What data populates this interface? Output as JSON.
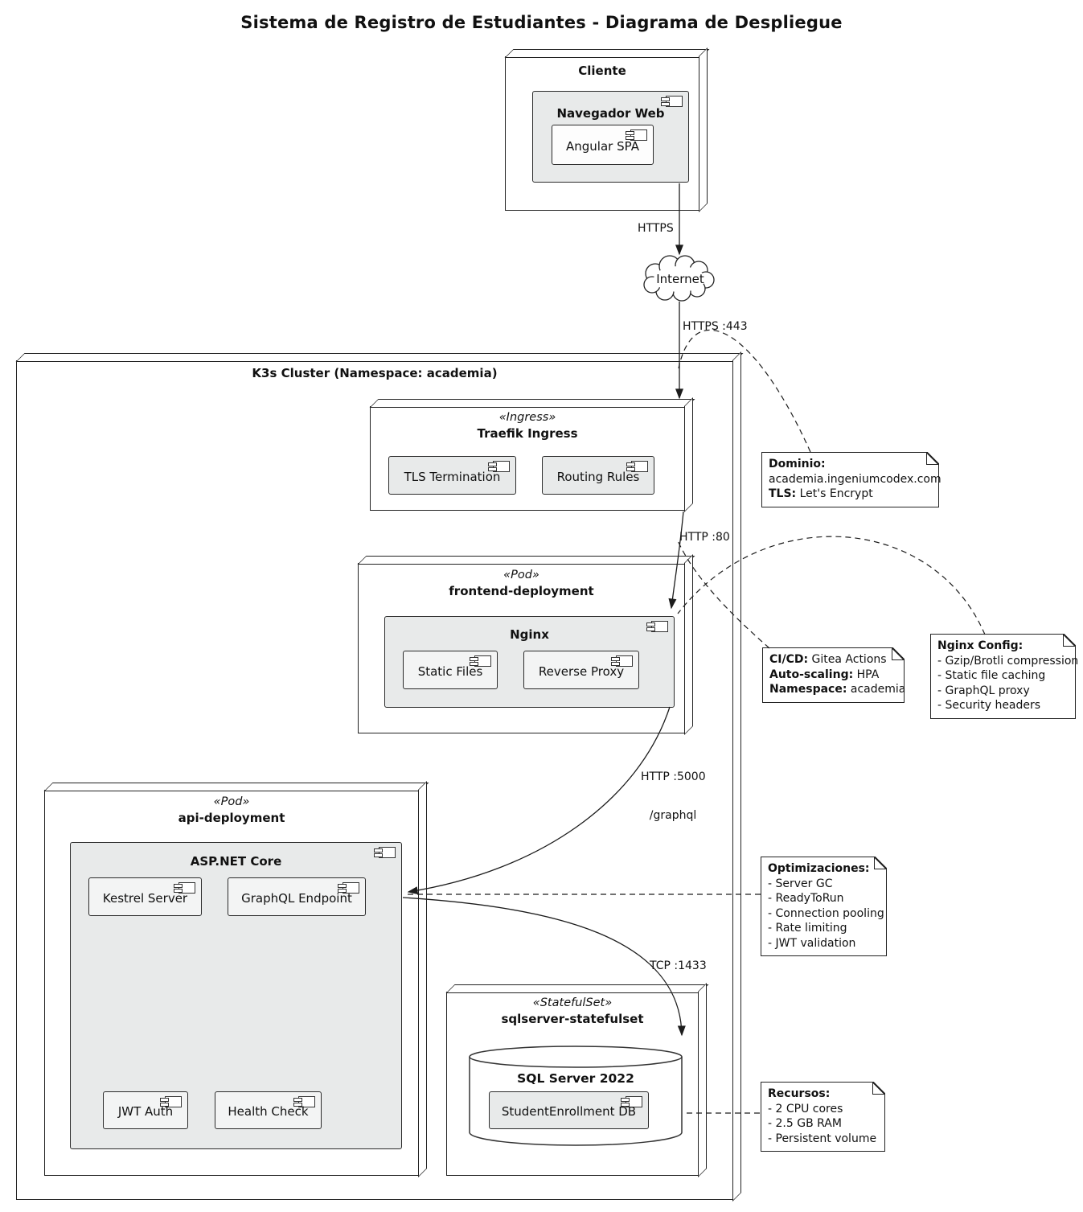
{
  "title": "Sistema de Registro de Estudiantes - Diagrama de Despliegue",
  "colors": {
    "node_bg": "#ffffff",
    "comp_gray": "#e8eaea",
    "comp_lite": "#f3f4f4",
    "comp_white": "#fdfdfd",
    "border": "#222222",
    "line": "#1c1c1c"
  },
  "cloud": {
    "label": "Internet"
  },
  "nodes": {
    "cliente": {
      "label": "Cliente"
    },
    "navegador": {
      "label": "Navegador Web"
    },
    "angular": {
      "label": "Angular SPA"
    },
    "cluster": {
      "label": "K3s Cluster (Namespace: academia)"
    },
    "traefik": {
      "stereotype": "«Ingress»",
      "label": "Traefik Ingress"
    },
    "tls_termination": {
      "label": "TLS Termination"
    },
    "routing_rules": {
      "label": "Routing Rules"
    },
    "frontend": {
      "stereotype": "«Pod»",
      "label": "frontend-deployment"
    },
    "nginx": {
      "label": "Nginx"
    },
    "static_files": {
      "label": "Static Files"
    },
    "reverse_proxy": {
      "label": "Reverse Proxy"
    },
    "api": {
      "stereotype": "«Pod»",
      "label": "api-deployment"
    },
    "aspnet": {
      "label": "ASP.NET Core"
    },
    "kestrel": {
      "label": "Kestrel Server"
    },
    "graphql_endpoint": {
      "label": "GraphQL Endpoint"
    },
    "jwt_auth": {
      "label": "JWT Auth"
    },
    "health_check": {
      "label": "Health Check"
    },
    "statefulset": {
      "stereotype": "«StatefulSet»",
      "label": "sqlserver-statefulset"
    },
    "sqlserver": {
      "label": "SQL Server 2022"
    },
    "studentdb": {
      "label": "StudentEnrollment DB"
    }
  },
  "edges": {
    "https": {
      "label": "HTTPS"
    },
    "https443": {
      "label": "HTTPS :443"
    },
    "http80": {
      "label": "HTTP :80"
    },
    "http5000": {
      "label": "HTTP :5000",
      "label2": "/graphql"
    },
    "tcp1433": {
      "label": "TCP :1433"
    }
  },
  "notes": {
    "dominio": {
      "title": "Dominio:",
      "domain": "academia.ingeniumcodex.com",
      "tls_label": "TLS:",
      "tls_value": "Let's Encrypt"
    },
    "cicd": {
      "rows": [
        {
          "b": "CI/CD:",
          "t": "Gitea Actions"
        },
        {
          "b": "Auto-scaling:",
          "t": "HPA"
        },
        {
          "b": "Namespace:",
          "t": "academia"
        }
      ]
    },
    "nginx_config": {
      "title": "Nginx Config:",
      "items": [
        "- Gzip/Brotli compression",
        "- Static file caching",
        "- GraphQL proxy",
        "- Security headers"
      ]
    },
    "optimizaciones": {
      "title": "Optimizaciones:",
      "items": [
        "- Server GC",
        "- ReadyToRun",
        "- Connection pooling",
        "- Rate limiting",
        "- JWT validation"
      ]
    },
    "recursos": {
      "title": "Recursos:",
      "items": [
        "- 2 CPU cores",
        "- 2.5 GB RAM",
        "- Persistent volume"
      ]
    }
  }
}
